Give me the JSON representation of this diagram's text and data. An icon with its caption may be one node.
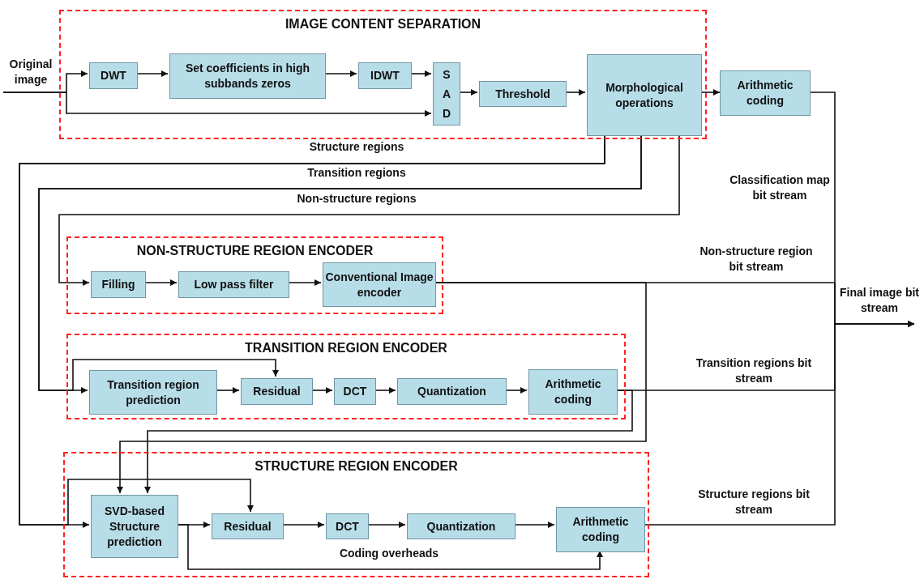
{
  "diagram": {
    "nodes": [
      {
        "text": [
          "IMAGE CONTENT SEPARATION"
        ]
      },
      {
        "text": [
          "Original image"
        ]
      },
      {
        "text": [
          "DWT"
        ],
        "in": 0
      },
      {
        "text": [
          "Set coefficients in high subbands zeros"
        ],
        "in": 0
      },
      {
        "text": [
          "IDWT"
        ],
        "in": 0
      },
      {
        "text": [
          "SAD"
        ],
        "in": 0
      },
      {
        "text": [
          "Threshold"
        ],
        "in": 0
      },
      {
        "text": [
          "Morphological operations"
        ],
        "in": 0
      },
      {
        "text": [
          "Arithmetic coding"
        ]
      },
      {
        "text": [
          "NON-STRUCTURE REGION ENCODER"
        ]
      },
      {
        "text": [
          "Filling"
        ],
        "in": 9
      },
      {
        "text": [
          "Low pass filter"
        ],
        "in": 9
      },
      {
        "text": [
          "Conventional Image encoder"
        ],
        "in": 9
      },
      {
        "text": [
          "TRANSITION REGION ENCODER"
        ]
      },
      {
        "text": [
          "Transition region prediction"
        ],
        "in": 13
      },
      {
        "text": [
          "Residual"
        ],
        "in": 13
      },
      {
        "text": [
          "DCT"
        ],
        "in": 13
      },
      {
        "text": [
          "Quantization"
        ],
        "in": 13
      },
      {
        "text": [
          "Arithmetic coding"
        ],
        "in": 13
      },
      {
        "text": [
          "STRUCTURE REGION ENCODER"
        ]
      },
      {
        "text": [
          "SVD-based Structure prediction"
        ],
        "in": 19
      },
      {
        "text": [
          "Residual"
        ],
        "in": 19
      },
      {
        "text": [
          "DCT"
        ],
        "in": 19
      },
      {
        "text": [
          "Quantization"
        ],
        "in": 19
      },
      {
        "text": [
          "Arithmetic coding"
        ],
        "in": 19
      },
      {
        "text": [
          "Final image bit stream"
        ]
      }
    ],
    "edges": [
      {
        "from": 1,
        "to": 2,
        "arrow": "to"
      },
      {
        "from": 1,
        "to": 5,
        "arrow": "to"
      },
      {
        "from": 2,
        "to": 3,
        "arrow": "to"
      },
      {
        "from": 3,
        "to": 4,
        "arrow": "to"
      },
      {
        "from": 4,
        "to": 5,
        "arrow": "to"
      },
      {
        "from": 5,
        "to": 6,
        "arrow": "to"
      },
      {
        "from": 6,
        "to": 7,
        "arrow": "to"
      },
      {
        "from": 7,
        "to": 8,
        "arrow": "to"
      },
      {
        "from": 7,
        "to": 20,
        "arrow": "to",
        "label": "Structure regions"
      },
      {
        "from": 7,
        "to": 14,
        "arrow": "to",
        "label": "Transition regions"
      },
      {
        "from": 7,
        "to": 10,
        "arrow": "to",
        "label": "Non-structure regions"
      },
      {
        "from": 10,
        "to": 11,
        "arrow": "to"
      },
      {
        "from": 11,
        "to": 12,
        "arrow": "to"
      },
      {
        "from": 7,
        "to": 15,
        "arrow": "to"
      },
      {
        "from": 14,
        "to": 15,
        "arrow": "to"
      },
      {
        "from": 15,
        "to": 16,
        "arrow": "to"
      },
      {
        "from": 16,
        "to": 17,
        "arrow": "to"
      },
      {
        "from": 17,
        "to": 18,
        "arrow": "to"
      },
      {
        "from": 12,
        "to": 20,
        "arrow": "to"
      },
      {
        "from": 18,
        "to": 20,
        "arrow": "to"
      },
      {
        "from": 7,
        "to": 21,
        "arrow": "to"
      },
      {
        "from": 20,
        "to": 21,
        "arrow": "to"
      },
      {
        "from": 20,
        "to": 24,
        "arrow": "to",
        "label": "Coding overheads"
      },
      {
        "from": 21,
        "to": 22,
        "arrow": "to"
      },
      {
        "from": 22,
        "to": 23,
        "arrow": "to"
      },
      {
        "from": 23,
        "to": 24,
        "arrow": "to"
      },
      {
        "from": 8,
        "to": 25,
        "arrow": "to",
        "label": "Classification map bit stream"
      },
      {
        "from": 12,
        "to": 25,
        "arrow": "to",
        "label": "Non-structure region bit stream"
      },
      {
        "from": 18,
        "to": 25,
        "arrow": "to",
        "label": "Transition regions bit stream"
      },
      {
        "from": 24,
        "to": 25,
        "arrow": "to",
        "label": "Structure regions bit stream"
      }
    ]
  }
}
